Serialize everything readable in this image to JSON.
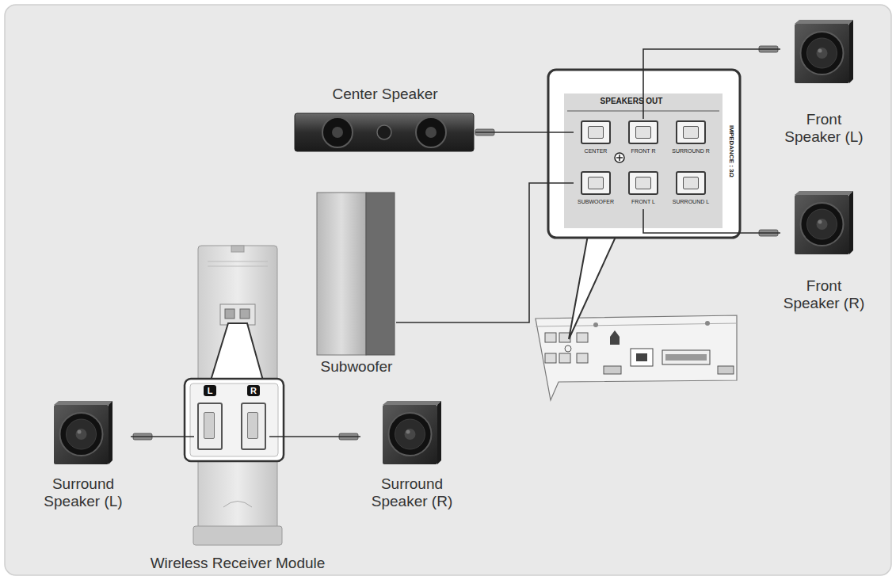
{
  "diagram": {
    "nodes": [
      {
        "text": [
          "Center Speaker"
        ]
      },
      {
        "text": [
          "SPEAKERS OUT",
          "IMPEDANCE : 3Ω"
        ]
      },
      {
        "text": [
          "CENTER"
        ],
        "in": 1
      },
      {
        "text": [
          "FRONT R"
        ],
        "in": 1
      },
      {
        "text": [
          "SURROUND R"
        ],
        "in": 1
      },
      {
        "text": [
          "SUBWOOFER"
        ],
        "in": 1
      },
      {
        "text": [
          "FRONT L"
        ],
        "in": 1
      },
      {
        "text": [
          "SURROUND L"
        ],
        "in": 1
      },
      {
        "text": [
          "Front Speaker (L)"
        ]
      },
      {
        "text": [
          "Front Speaker (R)"
        ]
      },
      {
        "text": [
          "Subwoofer"
        ]
      },
      {
        "text": [
          "Wireless Receiver Module"
        ]
      },
      {
        "text": [
          "L"
        ],
        "in": 11
      },
      {
        "text": [
          "R"
        ],
        "in": 11
      },
      {
        "text": [
          "Surround Speaker (L)"
        ]
      },
      {
        "text": [
          "Surround Speaker (R)"
        ]
      }
    ],
    "edges": [
      {
        "from": 0,
        "to": 2,
        "arrow": "none"
      },
      {
        "from": 8,
        "to": 3,
        "arrow": "none"
      },
      {
        "from": 9,
        "to": 6,
        "arrow": "none"
      },
      {
        "from": 10,
        "to": 5,
        "arrow": "none"
      },
      {
        "from": 14,
        "to": 12,
        "arrow": "none"
      },
      {
        "from": 15,
        "to": 13,
        "arrow": "none"
      }
    ]
  }
}
